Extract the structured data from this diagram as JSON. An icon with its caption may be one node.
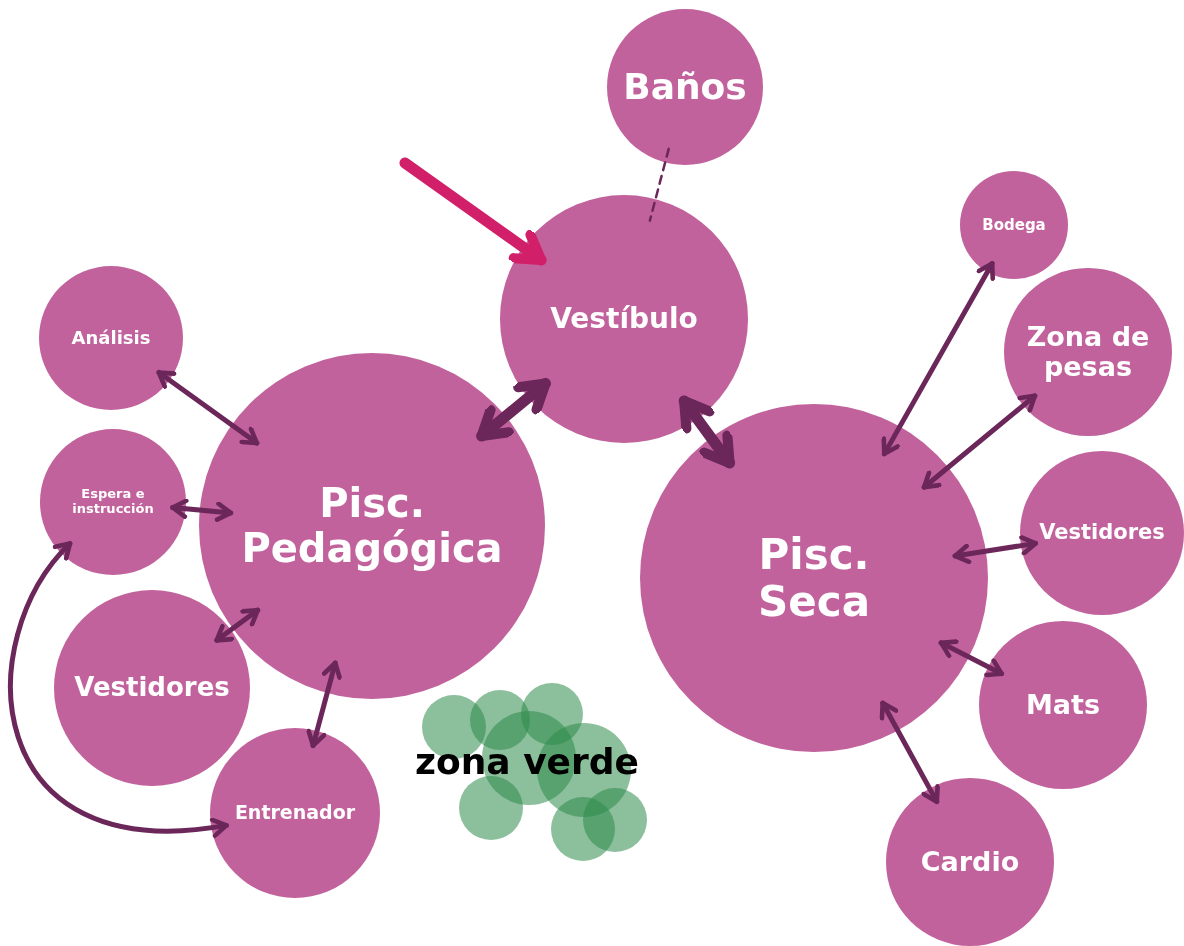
{
  "diagram": {
    "nodes": [
      {
        "text": [
          "Baños"
        ]
      },
      {
        "text": [
          "Vestíbulo"
        ]
      },
      {
        "text": [
          "Análisis"
        ]
      },
      {
        "text": [
          "Espera e instrucción"
        ]
      },
      {
        "text": [
          "Pisc. Pedagógica"
        ]
      },
      {
        "text": [
          "Vestidores"
        ]
      },
      {
        "text": [
          "Entrenador"
        ]
      },
      {
        "text": [
          "Bodega"
        ]
      },
      {
        "text": [
          "Zona de pesas"
        ]
      },
      {
        "text": [
          "Pisc. Seca"
        ]
      },
      {
        "text": [
          "Vestidores"
        ]
      },
      {
        "text": [
          "Mats"
        ]
      },
      {
        "text": [
          "Cardio"
        ]
      },
      {
        "text": [
          "zona verde"
        ]
      }
    ],
    "edges": [
      {
        "from": 0,
        "to": 1,
        "arrow": "none",
        "style": "dashed"
      },
      {
        "from": null,
        "to": 1,
        "arrow": "to",
        "style": "thick",
        "color": "#d21f69"
      },
      {
        "from": 1,
        "to": 4,
        "arrow": "both",
        "style": "thick"
      },
      {
        "from": 1,
        "to": 9,
        "arrow": "both",
        "style": "thick"
      },
      {
        "from": 2,
        "to": 4,
        "arrow": "both"
      },
      {
        "from": 3,
        "to": 4,
        "arrow": "both"
      },
      {
        "from": 5,
        "to": 4,
        "arrow": "both"
      },
      {
        "from": 6,
        "to": 4,
        "arrow": "both"
      },
      {
        "from": 3,
        "to": 6,
        "arrow": "both"
      },
      {
        "from": 9,
        "to": 7,
        "arrow": "both"
      },
      {
        "from": 9,
        "to": 8,
        "arrow": "both"
      },
      {
        "from": 9,
        "to": 10,
        "arrow": "both"
      },
      {
        "from": 9,
        "to": 11,
        "arrow": "both"
      },
      {
        "from": 9,
        "to": 12,
        "arrow": "both"
      }
    ]
  }
}
